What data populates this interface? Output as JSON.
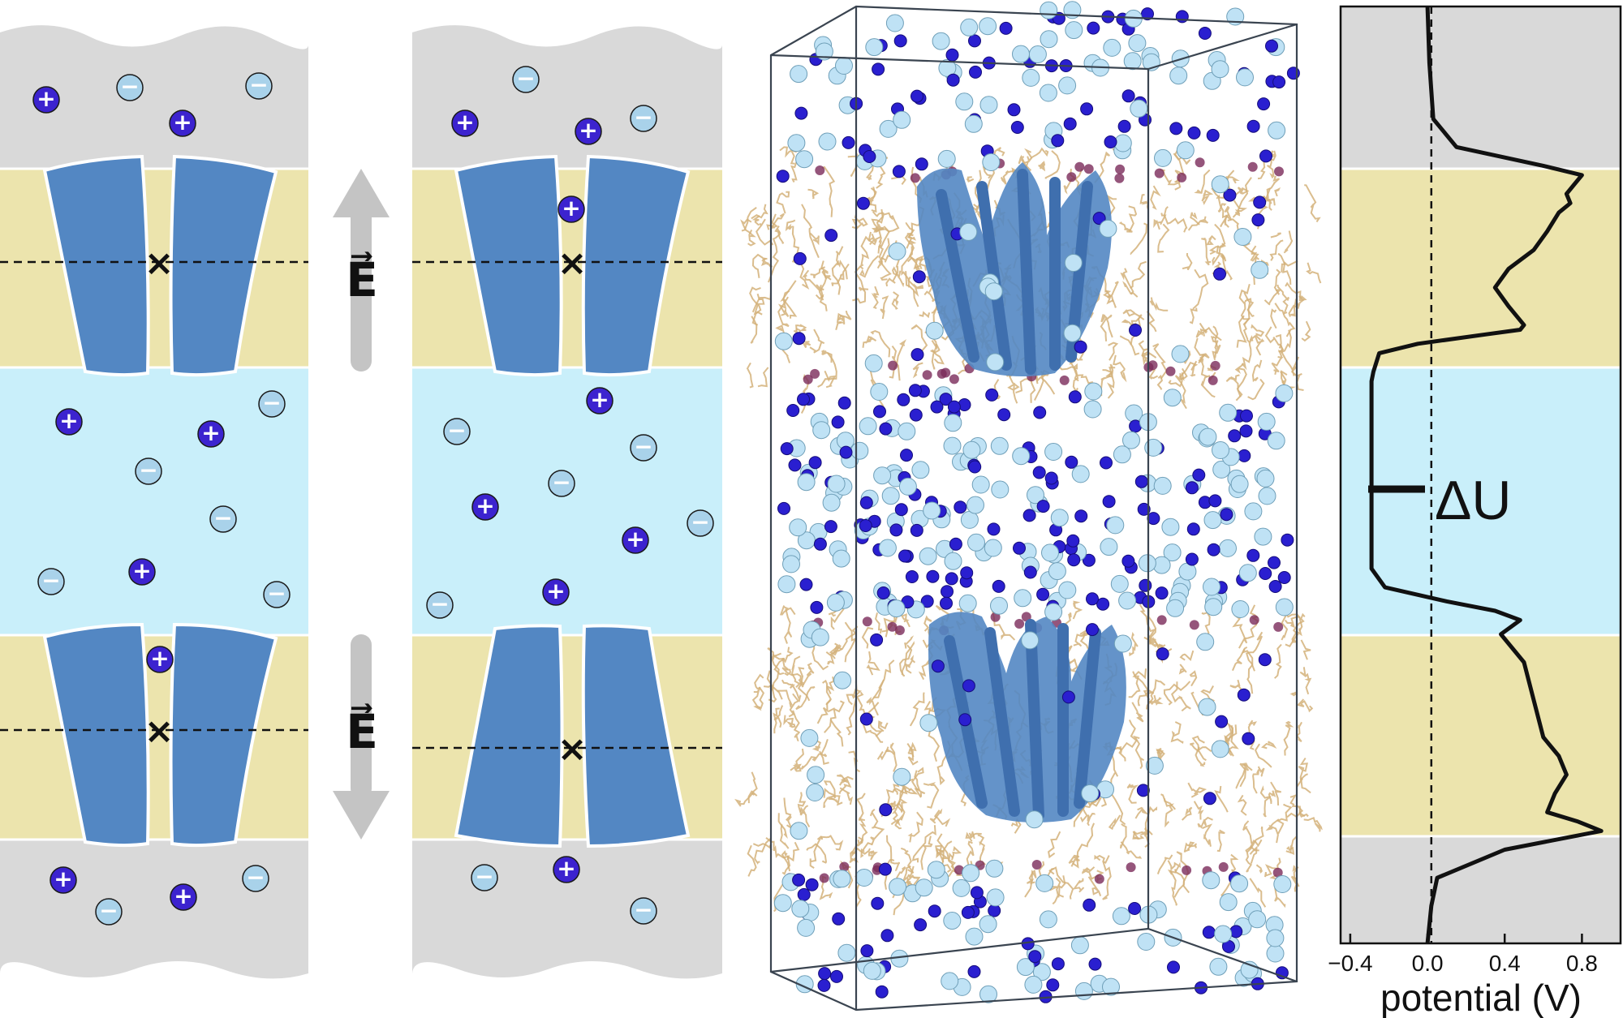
{
  "panels": {
    "schematic_left": {
      "cross_mark": "×"
    },
    "field_arrows": {
      "top_label": "E⃗",
      "bottom_label": "E⃗"
    },
    "schematic_right": {
      "cross_mark": "×"
    }
  },
  "ion_symbols": {
    "cation": "+",
    "anion": "−"
  },
  "colors": {
    "bulk_grey": "#d9d9d9",
    "membrane_yellow": "#ece4ad",
    "water_blue": "#c9effa",
    "protein_blue": "#5387c3",
    "cation": "#3c23cf",
    "anion": "#a9d2ea",
    "lipid": "#d4b27a",
    "sim_cation": "#2a1fd0",
    "sim_anion": "#bfe2f5"
  },
  "annotation": {
    "delta_u": "ΔU"
  },
  "chart_data": {
    "type": "line",
    "orientation": "vertical-profile",
    "xlabel": "potential (V)",
    "ylabel": "",
    "xlim": [
      -0.45,
      1.0
    ],
    "xticks": [
      "−0.4",
      "0.0",
      "0.4",
      "0.8"
    ],
    "xtick_values": [
      -0.4,
      0.0,
      0.4,
      0.8
    ],
    "reference_line_x": 0.02,
    "depth_range": [
      0,
      1
    ],
    "series": [
      {
        "depth": [
          0.0,
          0.06,
          0.12,
          0.15,
          0.17,
          0.18,
          0.19,
          0.2,
          0.21,
          0.22,
          0.24,
          0.26,
          0.28,
          0.3,
          0.32,
          0.34,
          0.345,
          0.35,
          0.36,
          0.37,
          0.39,
          0.4,
          0.42,
          0.45,
          0.5,
          0.55,
          0.6,
          0.62,
          0.635,
          0.645,
          0.655,
          0.67,
          0.7,
          0.74,
          0.78,
          0.8,
          0.82,
          0.84,
          0.86,
          0.87,
          0.88,
          0.9,
          0.93,
          0.96,
          1.0
        ],
        "values": [
          0.0,
          0.01,
          0.03,
          0.15,
          0.6,
          0.8,
          0.76,
          0.72,
          0.74,
          0.68,
          0.62,
          0.55,
          0.42,
          0.35,
          0.42,
          0.5,
          0.48,
          0.3,
          -0.05,
          -0.25,
          -0.28,
          -0.29,
          -0.29,
          -0.29,
          -0.29,
          -0.29,
          -0.29,
          -0.22,
          0.1,
          0.35,
          0.48,
          0.38,
          0.5,
          0.55,
          0.6,
          0.68,
          0.72,
          0.66,
          0.62,
          0.78,
          0.9,
          0.4,
          0.05,
          0.02,
          0.0
        ]
      }
    ]
  }
}
